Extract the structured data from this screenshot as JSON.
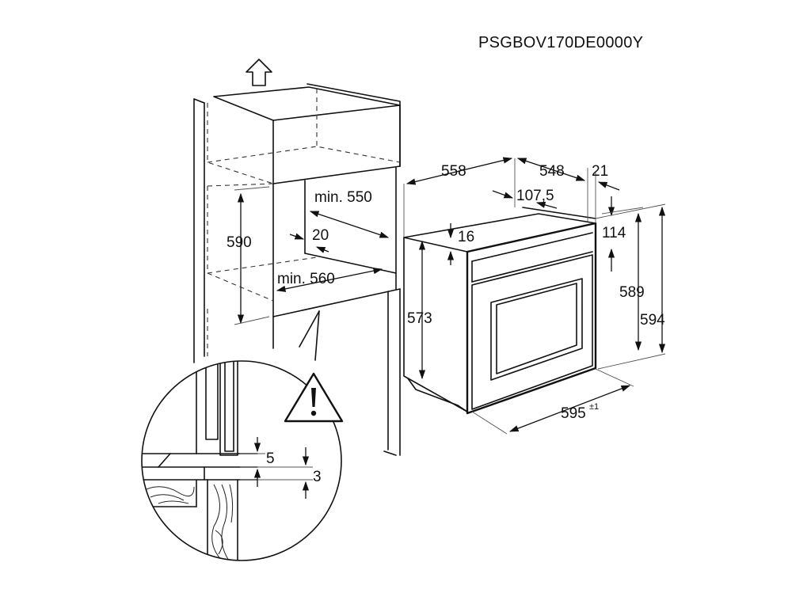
{
  "model_code": "PSGBOV170DE0000Y",
  "niche": {
    "height": "590",
    "min_width": "min. 550",
    "min_depth": "min. 560",
    "gap": "20"
  },
  "oven": {
    "depth_body": "558",
    "depth_total": "548",
    "front_offset": "21",
    "door_depth": "107,5",
    "top_gap": "16",
    "control_panel": "114",
    "body_height": "573",
    "front_height_inner": "589",
    "front_height": "594",
    "width": "595",
    "width_tolerance": "±1"
  },
  "detail": {
    "gap_top": "5",
    "gap_bottom": "3"
  },
  "icons": [
    "up-arrow-icon",
    "warning-icon"
  ]
}
